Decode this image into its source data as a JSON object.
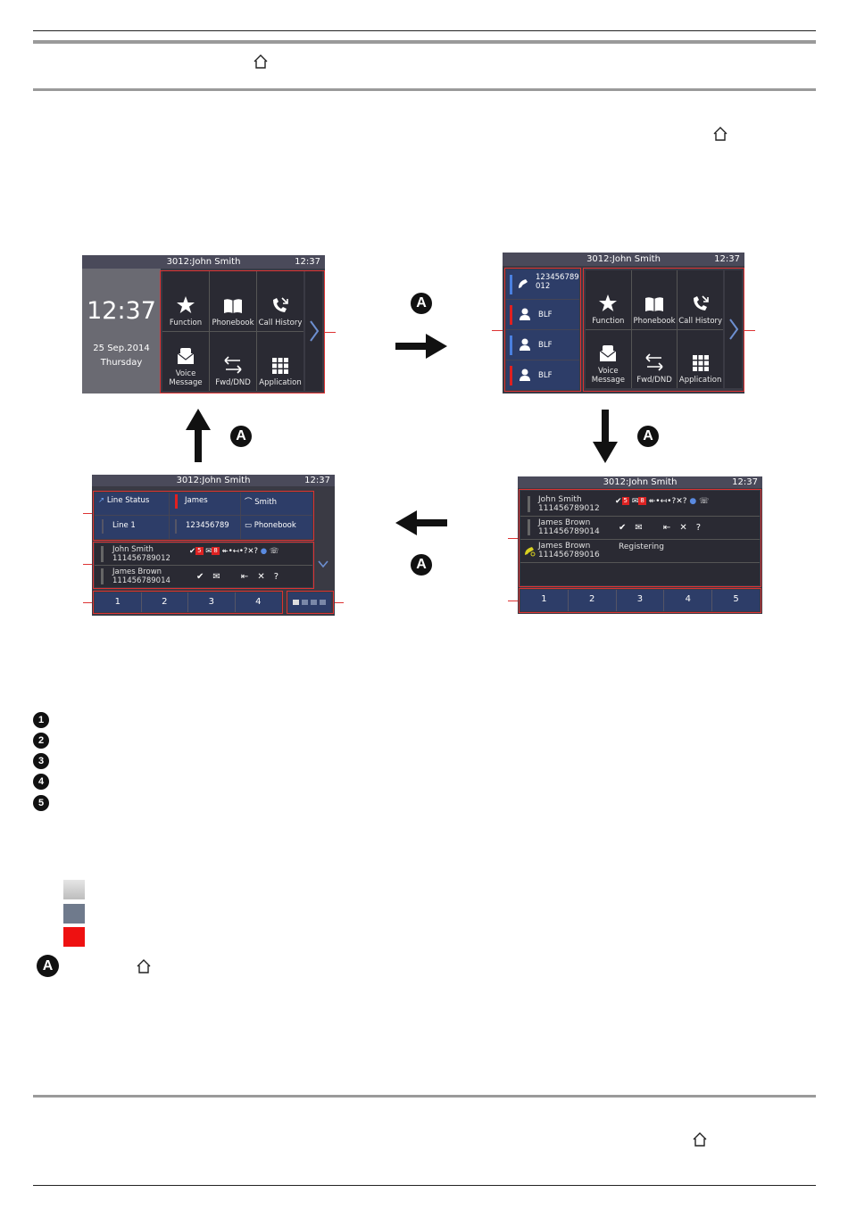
{
  "colors": {
    "swatch_light_gray": "#d8d8d8",
    "swatch_slate": "#6f7a8c",
    "swatch_red": "#ee1111",
    "screen_dark": "#3a3a44",
    "navy": "#2d3d68",
    "callout_red": "#dd3333"
  },
  "icons": [
    "home-icon",
    "star-icon",
    "book-icon",
    "call-history-icon",
    "voice-message-icon",
    "fwd-dnd-icon",
    "application-icon",
    "chevron-right-icon",
    "chevron-down-icon",
    "arrow-icon"
  ],
  "screen1": {
    "status": "3012:John Smith",
    "clock": "12:37",
    "big_time": "12:37",
    "date": "25 Sep.2014",
    "weekday": "Thursday",
    "function": "Function",
    "phonebook": "Phonebook",
    "call_history": "Call History",
    "voice1": "Voice",
    "voice2": "Message",
    "fwd": "Fwd/DND",
    "application": "Application"
  },
  "screen2": {
    "status": "3012:John Smith",
    "clock": "12:37",
    "keys": [
      "123456789\n012",
      "BLF",
      "BLF",
      "BLF"
    ],
    "function": "Function",
    "phonebook": "Phonebook",
    "call_history": "Call History",
    "voice1": "Voice",
    "voice2": "Message",
    "fwd": "Fwd/DND",
    "application": "Application"
  },
  "screen3": {
    "status": "3012:John Smith",
    "clock": "12:37",
    "rows": [
      {
        "name": "John Smith",
        "number": "111456789012",
        "badge1": "5",
        "badge2": "8"
      },
      {
        "name": "James Brown",
        "number": "111456789014"
      },
      {
        "name": "James Brown",
        "number": "111456789016",
        "extra": "Registering"
      }
    ],
    "tabs": [
      "1",
      "2",
      "3",
      "4",
      "5"
    ]
  },
  "screen4": {
    "status": "3012:John Smith",
    "clock": "12:37",
    "keys": [
      "Line Status",
      "James",
      "Smith",
      "Line 1",
      "123456789",
      "Phonebook"
    ],
    "rows": [
      {
        "name": "John Smith",
        "number": "111456789012",
        "badge1": "5",
        "badge2": "8"
      },
      {
        "name": "James Brown",
        "number": "111456789014"
      }
    ],
    "tabs": [
      "1",
      "2",
      "3",
      "4"
    ]
  },
  "labels": {
    "circle_a": "A",
    "n1": "1",
    "n2": "2",
    "n3": "3",
    "n4": "4",
    "n5": "5"
  }
}
